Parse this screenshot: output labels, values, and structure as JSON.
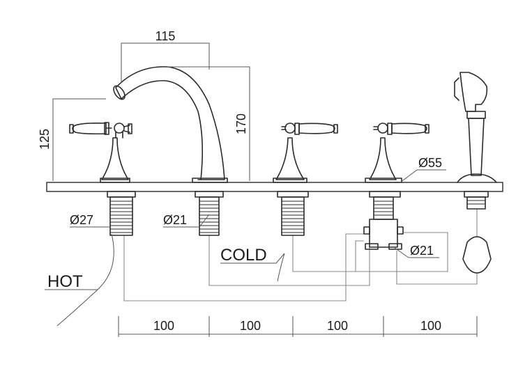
{
  "dimensions": {
    "spout_reach": "115",
    "spout_height": "170",
    "handle_height": "125",
    "spacing_labels": [
      "100",
      "100",
      "100",
      "100"
    ],
    "dia_hot_inlet": "Ø27",
    "dia_spout_shank": "Ø21",
    "dia_base": "Ø55",
    "dia_diverter": "Ø21"
  },
  "labels": {
    "hot": "HOT",
    "cold": "COLD"
  }
}
